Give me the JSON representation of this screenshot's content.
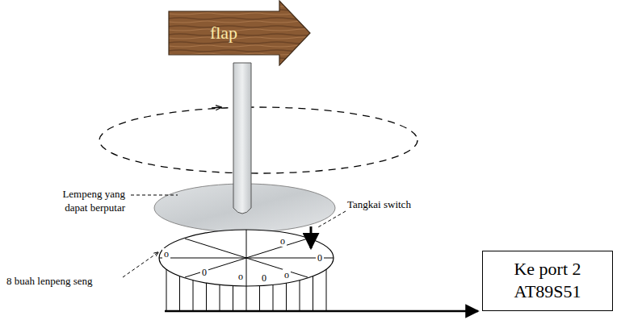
{
  "diagram": {
    "nodes": [
      {
        "text": [
          "flap"
        ]
      },
      {
        "text": [
          "Ke port 2 AT89S51"
        ]
      }
    ],
    "labels": [
      "Lempeng yang dapat berputar",
      "Tangkai switch",
      "8 buah lenpeng seng",
      "o",
      "o",
      "0",
      "0",
      "o",
      "0",
      "o"
    ]
  }
}
